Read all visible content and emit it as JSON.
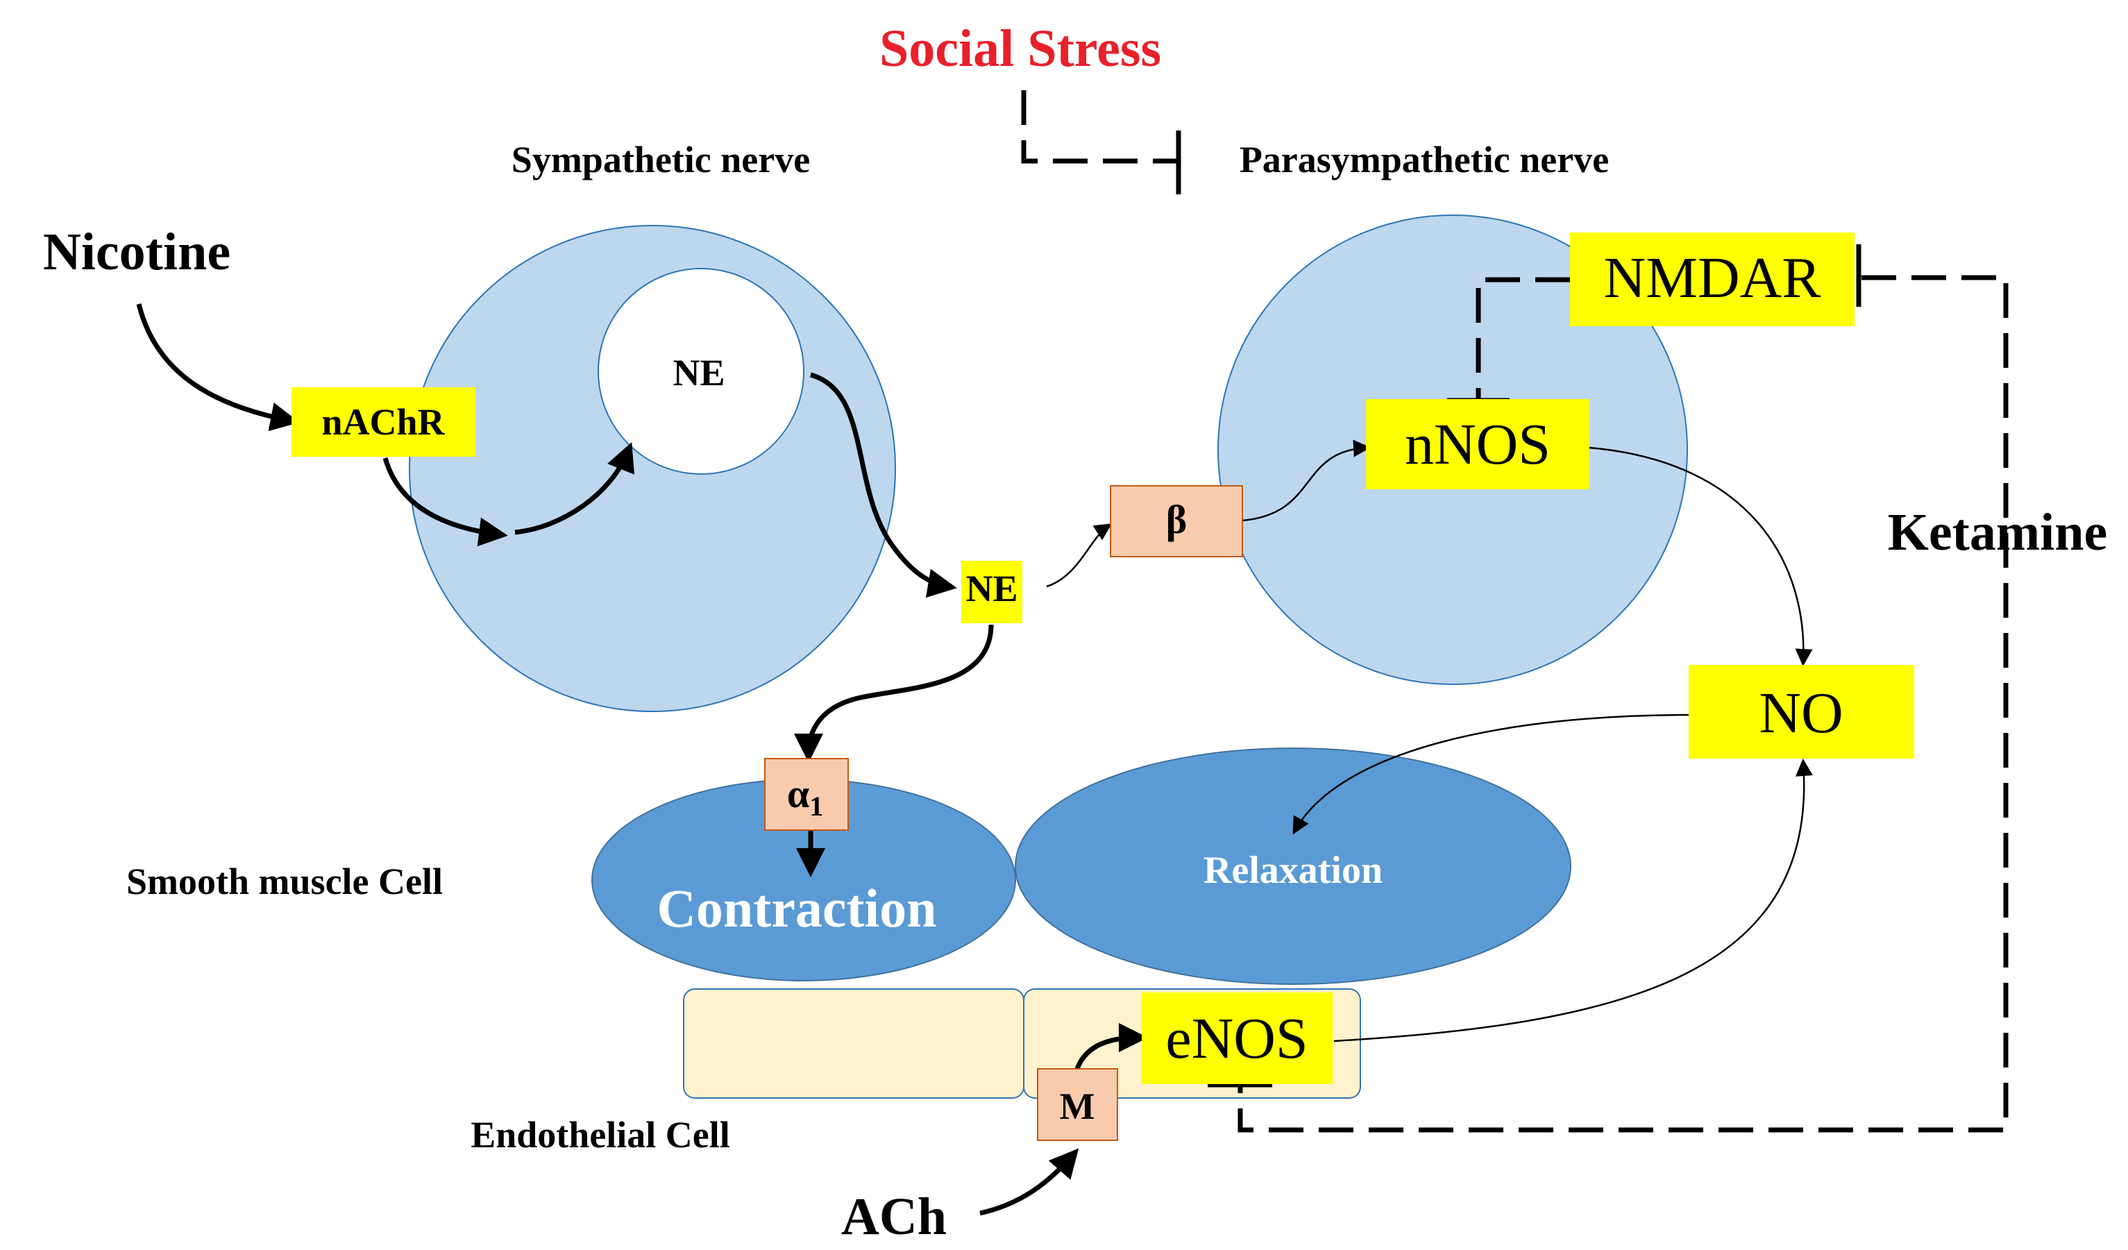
{
  "labels": {
    "social_stress": "Social Stress",
    "sympathetic_nerve": "Sympathetic nerve",
    "parasympathetic_nerve": "Parasympathetic nerve",
    "nicotine": "Nicotine",
    "ketamine": "Ketamine",
    "smooth_muscle_cell": "Smooth muscle Cell",
    "endothelial_cell": "Endothelial Cell",
    "ach": "ACh"
  },
  "nodes": {
    "nachr": "nAChR",
    "ne_vesicle": "NE",
    "ne_released": "NE",
    "beta": "β",
    "nmdar": "NMDAR",
    "nnos": "nNOS",
    "no": "NO",
    "alpha1": "α",
    "alpha1_subscript": "1",
    "contraction": "Contraction",
    "relaxation": "Relaxation",
    "enos": "eNOS",
    "m": "M"
  },
  "colors": {
    "title_red": "#e8202a",
    "nerve_fill": "#bdd7ee",
    "muscle_fill": "#5b9bd5",
    "highlight_yellow": "#ffff00",
    "receptor_salmon": "#f8cbad",
    "endothelial_fill": "#fff2cc"
  }
}
